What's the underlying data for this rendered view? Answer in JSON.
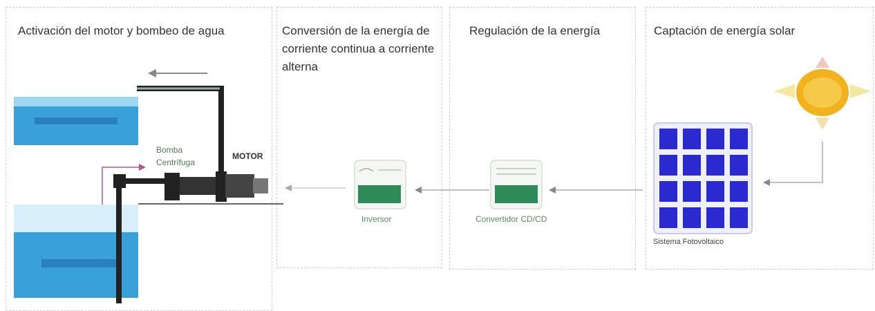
{
  "panels": {
    "motor": {
      "title": "Activación del motor y bombeo de agua"
    },
    "inverter": {
      "title": "Conversión de la energía de corriente continua a corriente alterna"
    },
    "regulation": {
      "title": "Regulación de la energía"
    },
    "capture": {
      "title": "Captación de energía solar"
    }
  },
  "labels": {
    "pump": "Bomba Centrífuga",
    "motor": "MOTOR",
    "inverter": "Inversor",
    "converter": "Convertidor CD/CD",
    "pv": "Sistema Fotovoltaico"
  },
  "colors": {
    "water": "#3aa0d8",
    "panel_cells": "#2a2ad0",
    "device_screen": "#2e8b57",
    "sun": "#f2b21b",
    "pipe": "#222222",
    "arrow": "#888888"
  }
}
